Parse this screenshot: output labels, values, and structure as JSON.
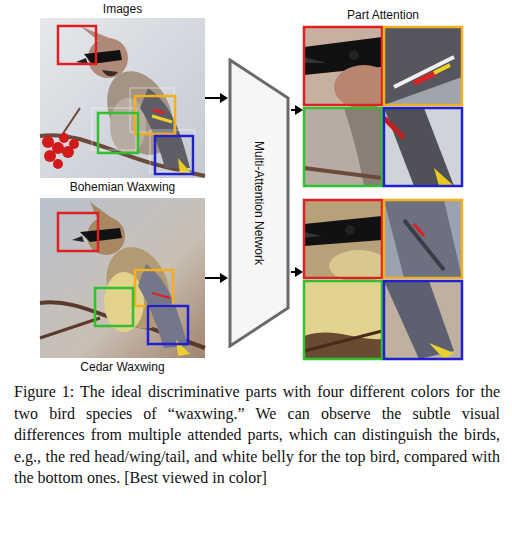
{
  "diagram": {
    "caption": "Figure 1: The ideal discriminative parts with four different colors for the two bird species of “waxwing.” We can observe the subtle visual differences from multiple attended parts, which can distinguish the birds, e.g., the red head/wing/tail, and white belly for the top bird, compared with the bottom ones. [Best viewed in color]",
    "nodes": [
      {
        "text": [
          "Bohemian Waxwing"
        ]
      },
      {
        "text": [
          "Cedar Waxwing"
        ]
      },
      {
        "text": [
          "Multi-Attention Network"
        ]
      }
    ],
    "edges": [
      {
        "from": 0,
        "to": 2,
        "arrow": "to"
      },
      {
        "from": 1,
        "to": 2,
        "arrow": "to"
      }
    ],
    "labels": [
      "Images",
      "Part Attention"
    ]
  }
}
